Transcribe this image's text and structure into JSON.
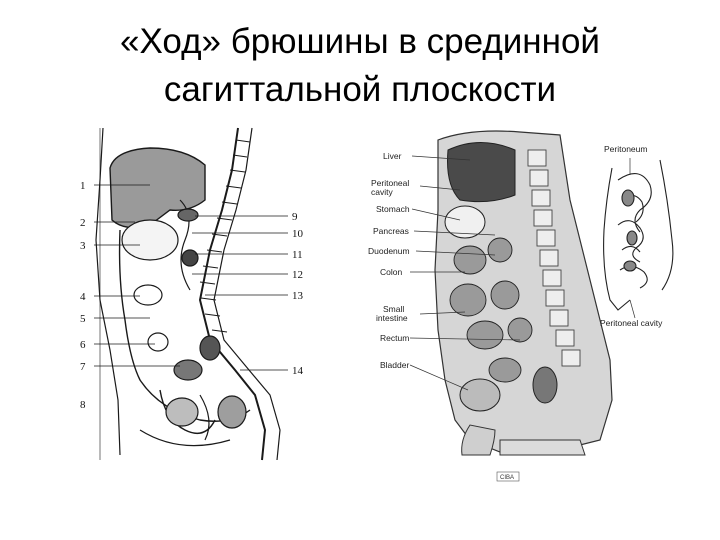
{
  "title": {
    "line1": "«Ход» брюшины в срединной",
    "line2": "сагиттальной плоскости"
  },
  "left_figure": {
    "left_numbers": [
      "1",
      "2",
      "3",
      "4",
      "5",
      "6",
      "7",
      "8"
    ],
    "right_numbers": [
      "9",
      "10",
      "11",
      "12",
      "13",
      "14"
    ]
  },
  "right_figure": {
    "labels": [
      "Liver",
      "Peritoneal cavity",
      "Stomach",
      "Pancreas",
      "Duodenum",
      "Colon",
      "Small intestine",
      "Rectum",
      "Bladder"
    ],
    "inset_labels": [
      "Peritoneum",
      "Peritoneal cavity"
    ],
    "stamp": "CIBA"
  }
}
